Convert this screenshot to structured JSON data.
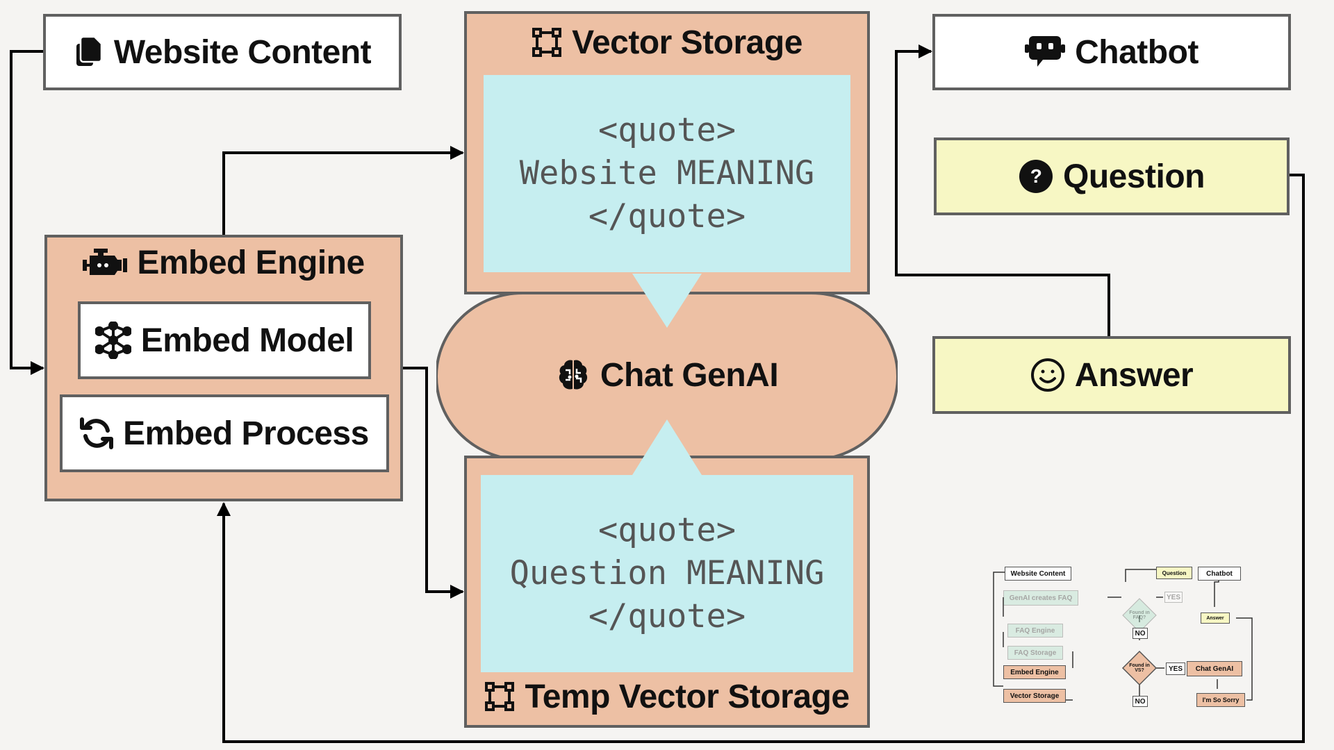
{
  "nodes": {
    "website_content": "Website Content",
    "vector_storage": "Vector Storage",
    "chatbot": "Chatbot",
    "question": "Question",
    "embed_engine": "Embed Engine",
    "embed_model": "Embed Model",
    "embed_process": "Embed Process",
    "chat_genai": "Chat GenAI",
    "answer": "Answer",
    "temp_vector_storage": "Temp Vector Storage"
  },
  "quotes": {
    "website": [
      "<quote>",
      "Website MEANING",
      "</quote>"
    ],
    "question": [
      "<quote>",
      "Question MEANING",
      "</quote>"
    ]
  },
  "thumbnail": {
    "website_content": "Website Content",
    "genai_creates_faq": "GenAI creates FAQ",
    "faq_engine": "FAQ Engine",
    "faq_storage": "FAQ Storage",
    "embed_engine": "Embed Engine",
    "vector_storage": "Vector Storage",
    "found_in_faq": "Found in FAQ?",
    "found_in_vs": "Found in VS?",
    "yes": "YES",
    "no": "NO",
    "question": "Question",
    "chatbot": "Chatbot",
    "answer": "Answer",
    "chat_genai": "Chat GenAI",
    "im_so_sorry": "I'm So Sorry"
  },
  "colors": {
    "background": "#f5f4f2",
    "salmon": "#edc0a4",
    "quote_bg": "#c6eef0",
    "yellow": "#f7f7c4",
    "border": "#606060",
    "line": "#000000",
    "faq_green": "#a8dcc4"
  },
  "icons": {
    "website_content": "documents-icon",
    "vector_storage": "vector-storage-icon",
    "chatbot": "chatbot-icon",
    "question": "question-circle-icon",
    "embed_engine": "engine-icon",
    "embed_model": "network-model-icon",
    "embed_process": "sync-arrows-icon",
    "chat_genai": "brain-icon",
    "answer": "smiley-icon"
  }
}
